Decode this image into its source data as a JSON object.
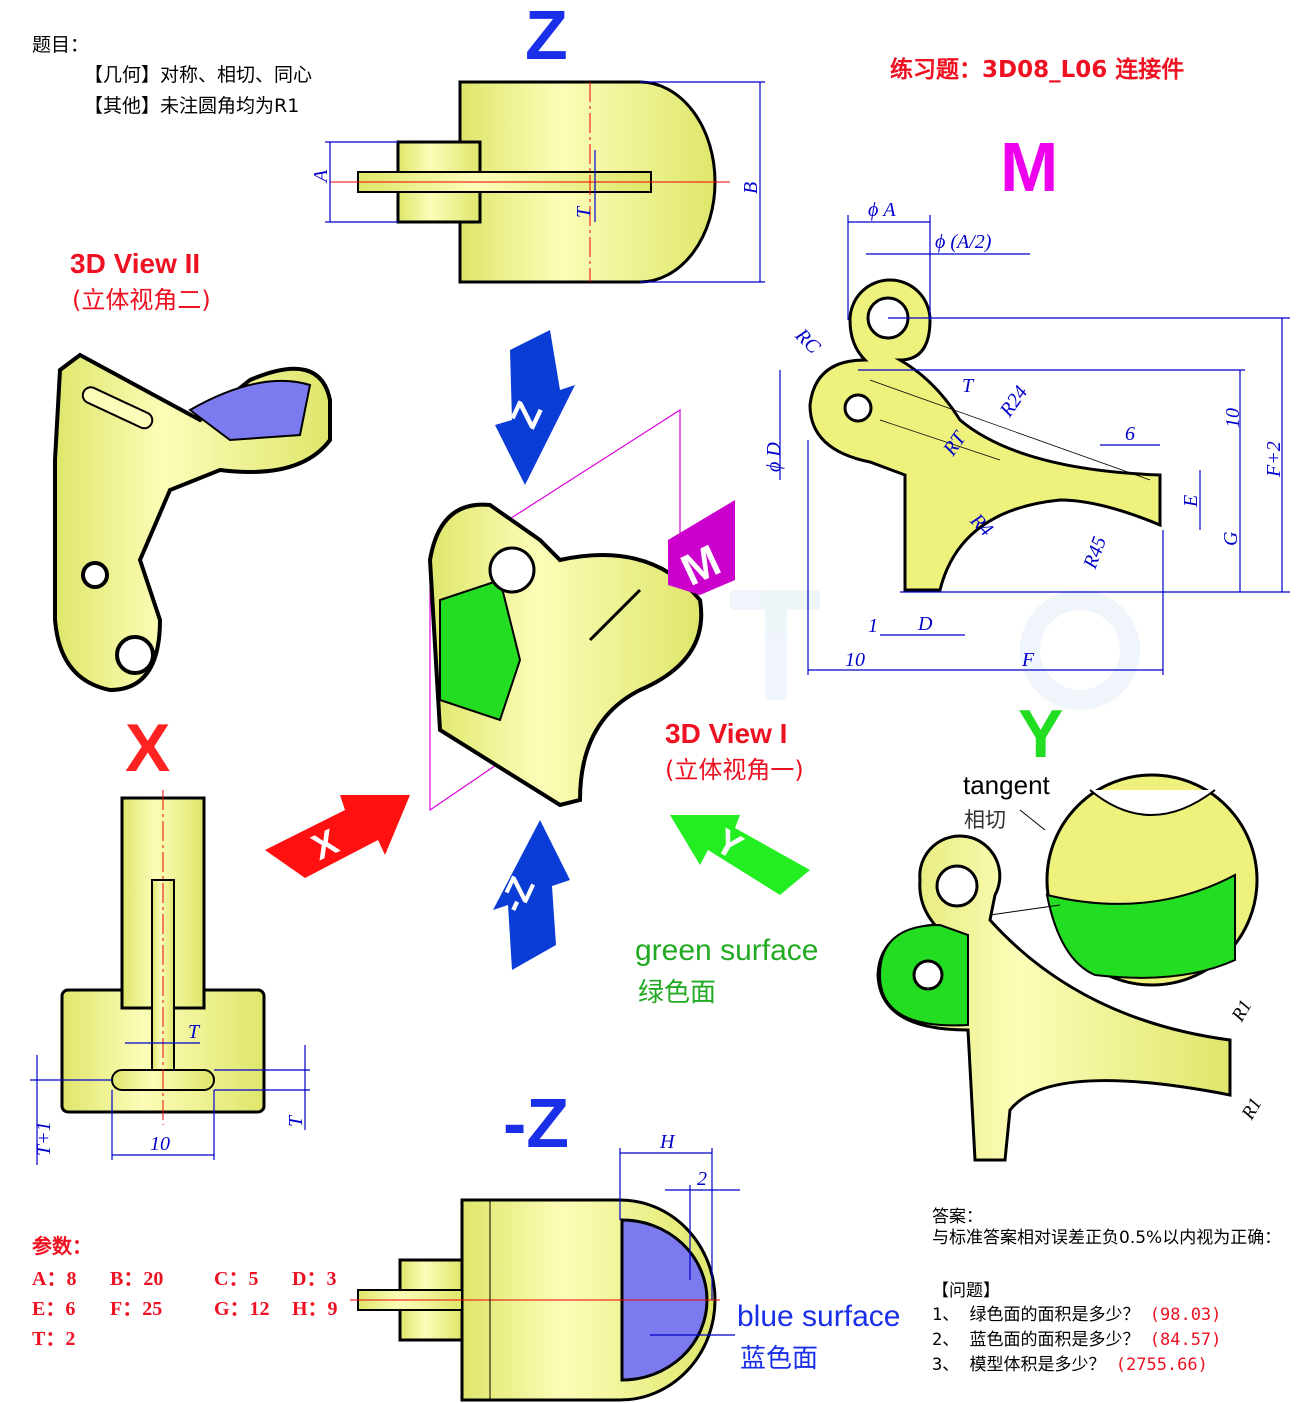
{
  "problem": {
    "heading": "题目：",
    "lines": [
      "【几何】对称、相切、同心",
      "【其他】未注圆角均为R1"
    ]
  },
  "exercise_title": "练习题：3D08_L06 连接件",
  "views": {
    "z": "Z",
    "m": "M",
    "x": "X",
    "y": "Y",
    "neg_z": "-Z",
    "view2_en": "3D View II",
    "view2_cn": "(立体视角二)",
    "view1_en": "3D View I",
    "view1_cn": "(立体视角一)"
  },
  "arrows": {
    "z": "Z",
    "neg_z": "-Z",
    "x": "X",
    "y": "Y",
    "m": "M"
  },
  "dims_top": {
    "a": "A",
    "b": "B",
    "t": "T"
  },
  "dims_m": {
    "phi_a": "ϕ A",
    "phi_a2": "ϕ (A/2)",
    "rc": "RC",
    "t": "T",
    "r24": "R24",
    "rt": "RT",
    "ten_v": "10",
    "f2": "F+2",
    "six": "6",
    "phi_d": "ϕ D",
    "e": "E",
    "g": "G",
    "r4": "R4",
    "r45": "R45",
    "one": "1",
    "d": "D",
    "ten_h": "10",
    "f": "F"
  },
  "dims_x": {
    "t_top": "T",
    "t1": "T+1",
    "t_right": "T",
    "ten": "10"
  },
  "y_view": {
    "tangent_en": "tangent",
    "tangent_cn": "相切",
    "green_en": "green surface",
    "green_cn": "绿色面",
    "r1_top": "R1",
    "r1_bottom": "R1"
  },
  "neg_z_view": {
    "h": "H",
    "two": "2",
    "blue_en": "blue surface",
    "blue_cn": "蓝色面"
  },
  "parameters": {
    "heading": "参数：",
    "rows": [
      [
        "A：8",
        "B：20",
        "C：5",
        "D：3"
      ],
      [
        "E：6",
        "F：25",
        "G：12",
        "H：9"
      ],
      [
        "T：2"
      ]
    ]
  },
  "answers": {
    "heading": "答案：",
    "note": "与标准答案相对误差正负0.5%以内视为正确：",
    "questions_heading": "【问题】",
    "questions": [
      {
        "num": "1、",
        "q": "绿色面的面积是多少？",
        "a": "(98.03)"
      },
      {
        "num": "2、",
        "q": "蓝色面的面积是多少？",
        "a": "(84.57)"
      },
      {
        "num": "3、",
        "q": "模型体积是多少？",
        "a": "(2755.66)"
      }
    ]
  },
  "colors": {
    "body": "#eef27c",
    "blue_surface": "#7b7bef",
    "green_surface": "#22dd22",
    "dim": "#0000cc",
    "label_red": "#ee1122",
    "label_magenta": "#dd00dd"
  }
}
